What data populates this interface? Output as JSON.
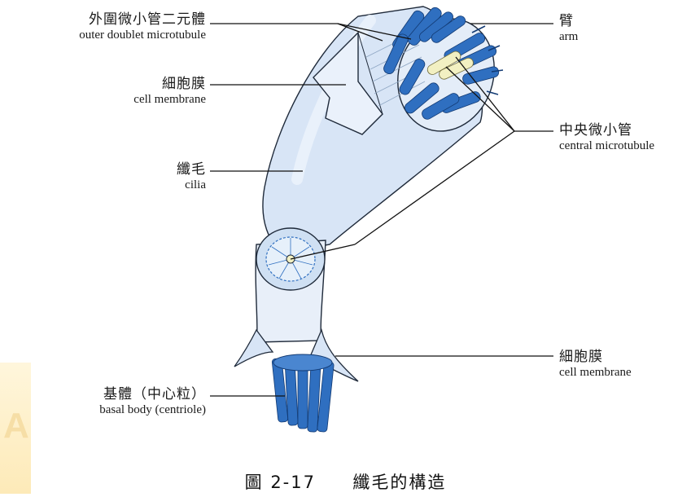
{
  "labels": {
    "outer_doublet": {
      "zh": "外圍微小管二元體",
      "en": "outer doublet microtubule"
    },
    "cell_membrane_top": {
      "zh": "細胞膜",
      "en": "cell membrane"
    },
    "cilia": {
      "zh": "纖毛",
      "en": "cilia"
    },
    "basal_body": {
      "zh": "基體（中心粒）",
      "en": "basal body (centriole)"
    },
    "arm": {
      "zh": "臂",
      "en": "arm"
    },
    "central_microtubule": {
      "zh": "中央微小管",
      "en": "central microtubule"
    },
    "cell_membrane_bottom": {
      "zh": "細胞膜",
      "en": "cell membrane"
    }
  },
  "caption": {
    "figure": "圖 2-17",
    "title": "纖毛的構造"
  },
  "watermark": {
    "text": "A"
  },
  "colors": {
    "membrane": "#d3e2f5",
    "microtubule": "#2f6fc0",
    "central_pair": "#f2f0c2",
    "outline": "#1f2a3a"
  }
}
